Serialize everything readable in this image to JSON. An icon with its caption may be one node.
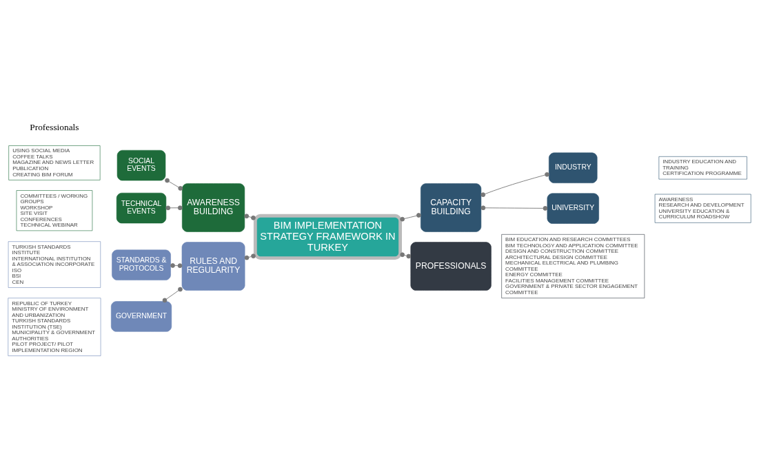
{
  "diagram": {
    "nodes": [
      {
        "text": [
          "BIM IMPLEMENTATION STRATEGY FRAMEWORK IN TURKEY"
        ]
      },
      {
        "text": [
          "AWARENESS BUILDING"
        ]
      },
      {
        "text": [
          "SOCIAL EVENTS"
        ]
      },
      {
        "text": [
          "TECHNICAL EVENTS"
        ]
      },
      {
        "text": [
          "USING SOCIAL MEDIA",
          "COFFEE TALKS",
          "MAGAZINE AND NEWS LETTER PUBLICATION",
          "CREATING BIM FORUM"
        ]
      },
      {
        "text": [
          "COMMITTEES / WORKING GROUPS",
          "WORKSHOP",
          "SITE VISIT",
          "CONFERENCES",
          "TECHNICAL WEBINAR"
        ]
      },
      {
        "text": [
          "CAPACITY BUILDING"
        ]
      },
      {
        "text": [
          "UNIVERSITY"
        ]
      },
      {
        "text": [
          "INDUSTRY"
        ]
      },
      {
        "text": [
          "AWARENESS",
          "RESEARCH AND DEVELOPMENT",
          "UNIVERSITY EDUCATION & CURRICULUM ROADSHOW"
        ]
      },
      {
        "text": [
          "INDUSTRY EDUCATION AND TRAINING",
          "CERTIFICATION PROGRAMME"
        ]
      },
      {
        "text": [
          "RULES AND REGULARITY"
        ]
      },
      {
        "text": [
          "GOVERNMENT"
        ]
      },
      {
        "text": [
          "STANDARDS & PROTOCOLS"
        ]
      },
      {
        "text": [
          "REPUBLIC OF TURKEY MINISTRY OF ENVIRONMENT AND URBANIZATION",
          "TURKISH STANDARDS INSTITUTION (TSE)",
          "MUNICIPALITY & GOVERNMENT AUTHORITIES",
          "PILOT PROJECT/ PILOT IMPLEMENTATION REGION"
        ]
      },
      {
        "text": [
          "TURKISH STANDARDS INSTITUTE",
          "INTERNATIONAL INSTITUTION & ASSOCIATION INCORPORATE",
          "ISO",
          "BSI",
          "CEN"
        ]
      },
      {
        "text": [
          "PROFESSIONALS"
        ]
      },
      {
        "text": [
          "BIM EDUCATION AND RESEARCH COMMITTEES",
          "BIM TECHNOLOGY AND APPLICATION COMMITTEE",
          "DESIGN AND CONSTRUCTION COMMITTEE",
          "ARCHITECTURAL DESIGN COMMITTEE",
          "MECHANICAL ELECTRICAL AND PLUMBING COMMITTEE",
          "ENERGY COMMITTEE",
          "FACILITIES MANAGEMENT COMMITTEE",
          "GOVERNMENT & PRIVATE SECTOR ENGAGEMENT COMMITTEE"
        ]
      }
    ],
    "edges": [
      {
        "from": 2,
        "to": 1,
        "arrow": "other"
      },
      {
        "from": 3,
        "to": 1,
        "arrow": "other"
      },
      {
        "from": 1,
        "to": 0,
        "arrow": "other"
      },
      {
        "from": 0,
        "to": 6,
        "arrow": "other"
      },
      {
        "from": 6,
        "to": 7,
        "arrow": "other"
      },
      {
        "from": 6,
        "to": 8,
        "arrow": "other"
      },
      {
        "from": 12,
        "to": 11,
        "arrow": "other"
      },
      {
        "from": 13,
        "to": 11,
        "arrow": "other"
      },
      {
        "from": 11,
        "to": 0,
        "arrow": "other"
      },
      {
        "from": 0,
        "to": 16,
        "arrow": "other"
      }
    ],
    "labels": [
      "Professionals"
    ]
  }
}
